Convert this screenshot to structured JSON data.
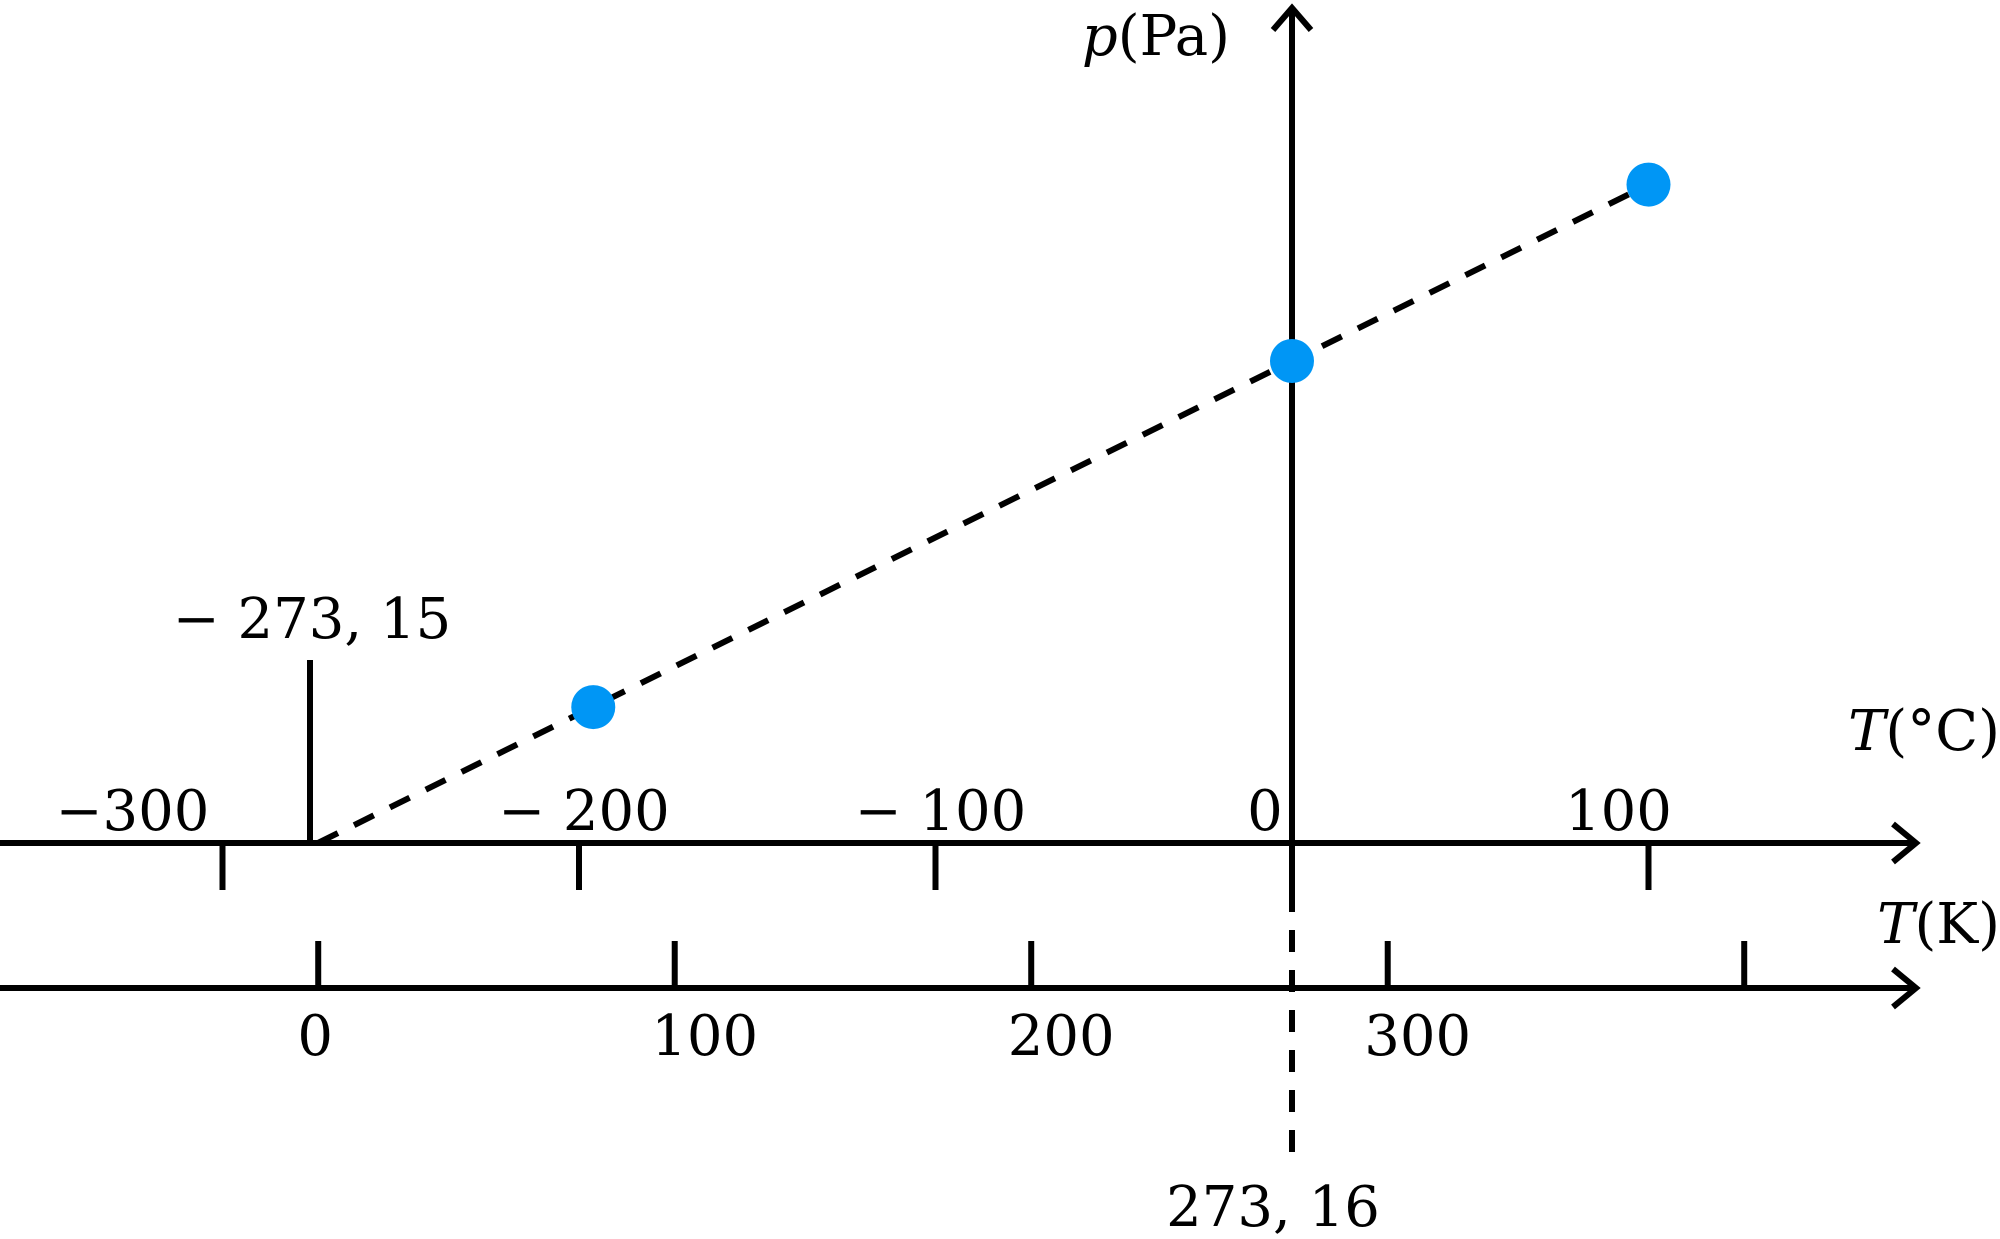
{
  "axes": {
    "celsius": {
      "name": "T",
      "unit": "°C"
    },
    "kelvin": {
      "name": "T",
      "unit": "K"
    },
    "pressure": {
      "name": "p",
      "unit": "Pa"
    }
  },
  "celsius_ticks": [
    {
      "value": -300,
      "label": "−300"
    },
    {
      "value": -200,
      "label": "− 200"
    },
    {
      "value": -100,
      "label": "− 100"
    },
    {
      "value": 0,
      "label": "0"
    },
    {
      "value": 100,
      "label": "100"
    }
  ],
  "kelvin_ticks": [
    {
      "value": 0,
      "label": "0"
    },
    {
      "value": 100,
      "label": "100"
    },
    {
      "value": 200,
      "label": "200"
    },
    {
      "value": 300,
      "label": "300"
    },
    {
      "value": 400,
      "label": ""
    }
  ],
  "annotations": {
    "absolute_zero": {
      "celsius": -273.15,
      "label": "− 273, 15"
    },
    "triple_point": {
      "kelvin": 273.16,
      "label": "273, 16"
    }
  },
  "colors": {
    "point": "#0096f5",
    "line": "#000000"
  },
  "chart_data": {
    "type": "scatter",
    "series": [
      {
        "x": [
          -196,
          0,
          100
        ],
        "y": [
          0.282,
          1.0,
          1.366
        ]
      }
    ],
    "extrapolation_line": {
      "from_celsius": -273.15,
      "to_celsius": 100
    }
  }
}
